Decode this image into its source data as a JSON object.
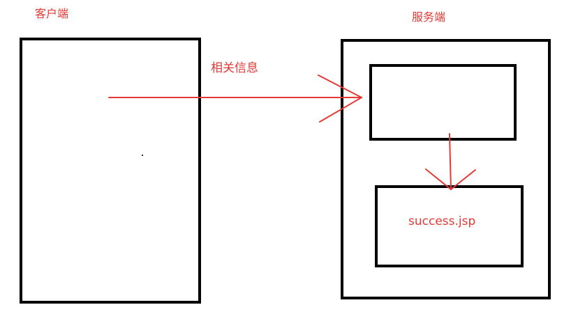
{
  "labels": {
    "client": "客户端",
    "server": "服务端",
    "arrow": "相关信息",
    "file": "success.jsp"
  },
  "colors": {
    "stroke": "#000000",
    "arrow": "#e53935",
    "text": "#e53935",
    "background": "#ffffff"
  }
}
